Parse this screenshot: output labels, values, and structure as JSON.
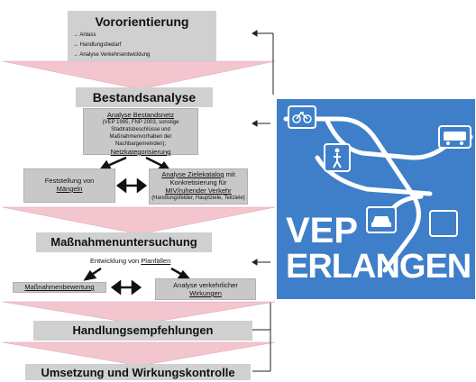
{
  "steps": {
    "vororientierung": {
      "title": "Vororientierung",
      "items": [
        "→ Anlass",
        "→ Handlungsbedarf",
        "→ Analyse Verkehrsentwicklung"
      ]
    },
    "bestandsanalyse": {
      "title": "Bestandsanalyse",
      "box_main": {
        "underlined": "Analyse Bestandsnetz",
        "small": "(VEP 1995, FNP 2003, sonstige Stadtratsbeschlüsse und Maßnahmenvorhaben der Nachbargemeinden);",
        "netz": "Netzkategorisierung"
      },
      "left_box": {
        "line1": "Feststellung von",
        "line2": "Mängeln"
      },
      "right_box": {
        "underlined": "Analyse Zielekatalog",
        "rest": "mit Konkretisierung für",
        "underlined2": "MIV/ruhender Verkehr",
        "small": "(Handlungsfelder, Hauptziele, Teilziele)"
      }
    },
    "massnahmen": {
      "title": "Maßnahmenuntersuchung",
      "plan_prefix": "Entwicklung von",
      "plan_underlined": "Planfällen",
      "bewertung": "Maßnahmenbewertung",
      "analyse_line1": "Analyse verkehrlicher",
      "analyse_line2": "Wirkungen"
    },
    "handlung": {
      "title": "Handlungsempfehlungen"
    },
    "umsetzung": {
      "title": "Umsetzung und Wirkungskontrolle"
    }
  },
  "logo": {
    "line1": "VEP",
    "line2": "ERLANGEN",
    "bg_color": "#3f7fc9"
  }
}
